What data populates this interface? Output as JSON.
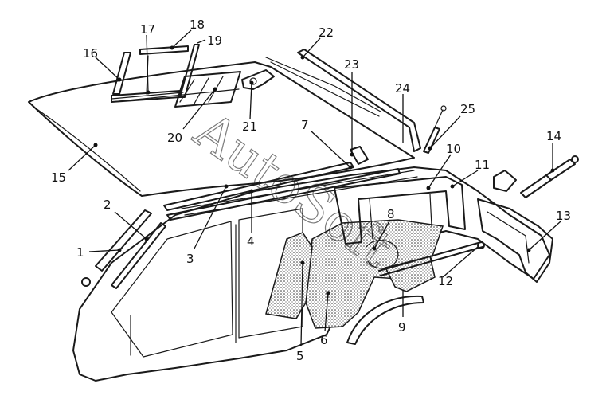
{
  "watermark": "AutoSoft",
  "parts": [
    "1",
    "2",
    "3",
    "4",
    "5",
    "6",
    "7",
    "8",
    "9",
    "10",
    "11",
    "12",
    "13",
    "14",
    "15",
    "16",
    "17",
    "18",
    "19",
    "20",
    "21",
    "22",
    "23",
    "24",
    "25"
  ],
  "colors": {
    "ink": "#1a1a1a",
    "background": "#ffffff"
  }
}
